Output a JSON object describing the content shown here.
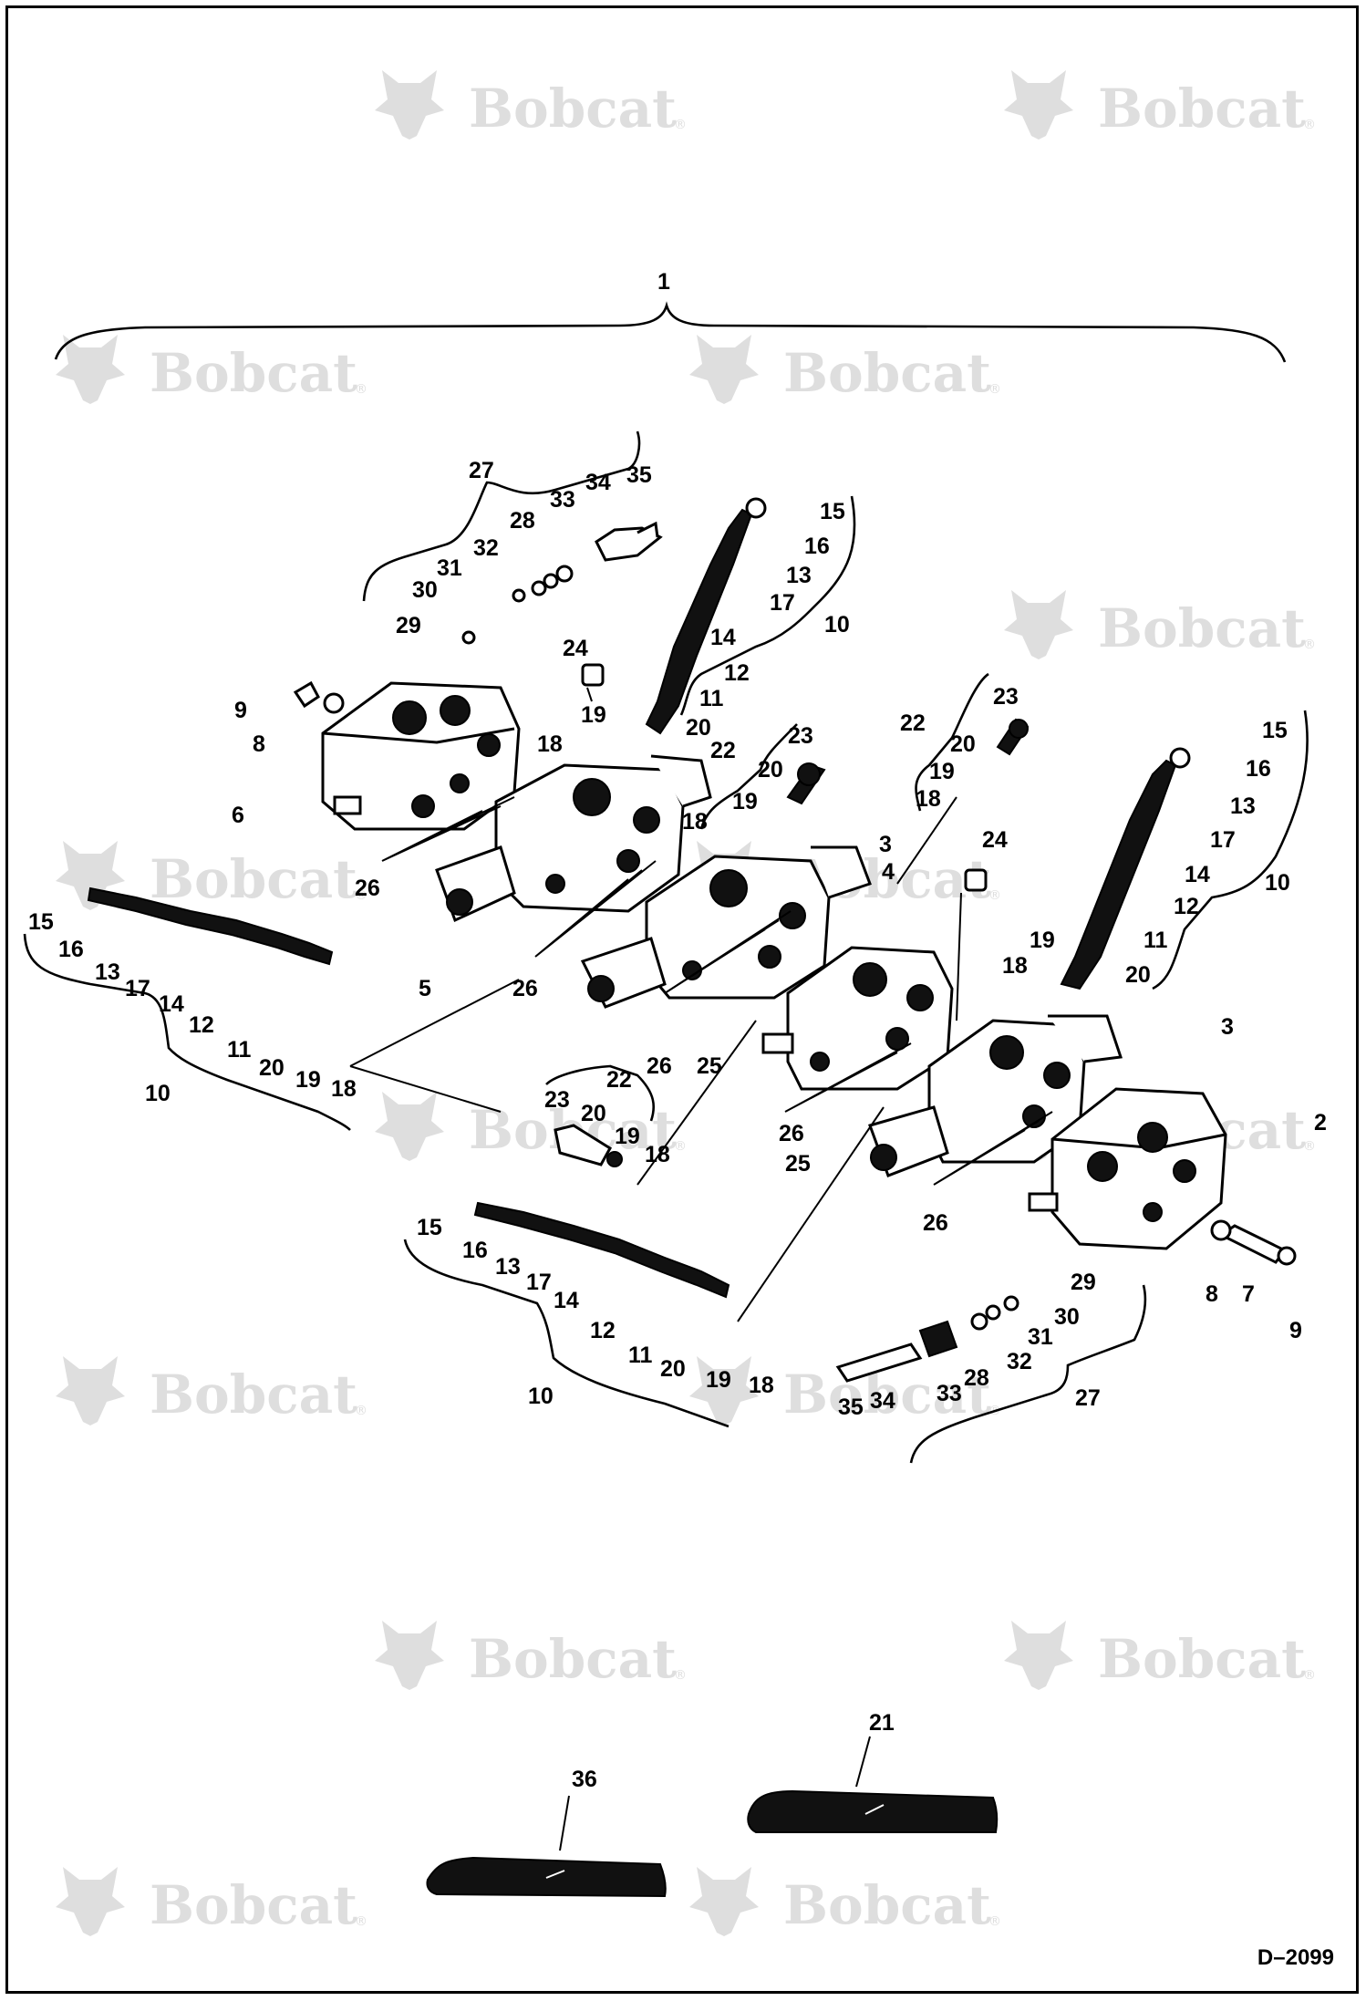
{
  "watermark": {
    "brand_text": "Bobcat",
    "registered_mark": "®"
  },
  "drawing_number": "D–2099",
  "callouts": {
    "c1": "1",
    "c2": "2",
    "c3": "3",
    "c4": "4",
    "c5": "5",
    "c6": "6",
    "c7": "7",
    "c8": "8",
    "c9": "9",
    "c10": "10",
    "c11": "11",
    "c12": "12",
    "c13": "13",
    "c14": "14",
    "c15": "15",
    "c16": "16",
    "c17": "17",
    "c18": "18",
    "c19": "19",
    "c20": "20",
    "c21": "21",
    "c22": "22",
    "c23": "23",
    "c24": "24",
    "c25": "25",
    "c26": "26",
    "c27": "27",
    "c28": "28",
    "c29": "29",
    "c30": "30",
    "c31": "31",
    "c32": "32",
    "c33": "33",
    "c34": "34",
    "c35": "35",
    "c36": "36"
  },
  "icons": {
    "watermark_logo": "bobcat-head-icon"
  },
  "colors": {
    "ink": "#000000",
    "watermark": "#dedede",
    "background": "#ffffff"
  }
}
